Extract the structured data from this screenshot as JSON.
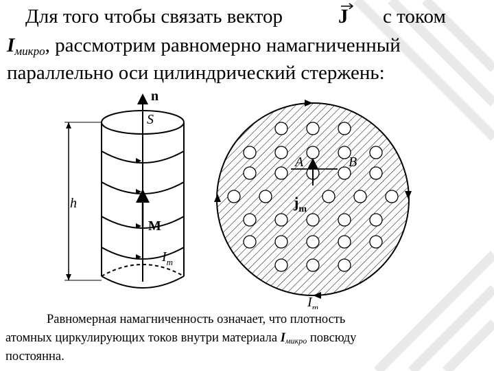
{
  "intro": {
    "line1_before": "Для того чтобы связать вектор",
    "vector_symbol": "J",
    "line1_after": "с током",
    "current_symbol": "I",
    "current_subscript": "микро",
    "line2_rest": ", рассмотрим равномерно намагниченный",
    "line3": "параллельно оси цилиндрический стержень:"
  },
  "figure": {
    "label_n": "n",
    "label_S": "S",
    "label_h": "h",
    "label_M": "M",
    "label_Im_cyl": "I",
    "label_Im_cyl_sub": "m",
    "label_A": "A",
    "label_B": "B",
    "label_jm": "j",
    "label_jm_sub": "m",
    "label_Im_circle": "I",
    "label_Im_circle_sub": "m"
  },
  "caption": {
    "line1": "Равномерная намагниченность означает, что плотность",
    "line2_before": "атомных циркулирующих токов внутри материала",
    "current_symbol": "I",
    "current_subscript": "микро",
    "line2_after": "повсюду",
    "line3": "постоянна."
  },
  "colors": {
    "accent_stripes": "#e6e6e6"
  }
}
